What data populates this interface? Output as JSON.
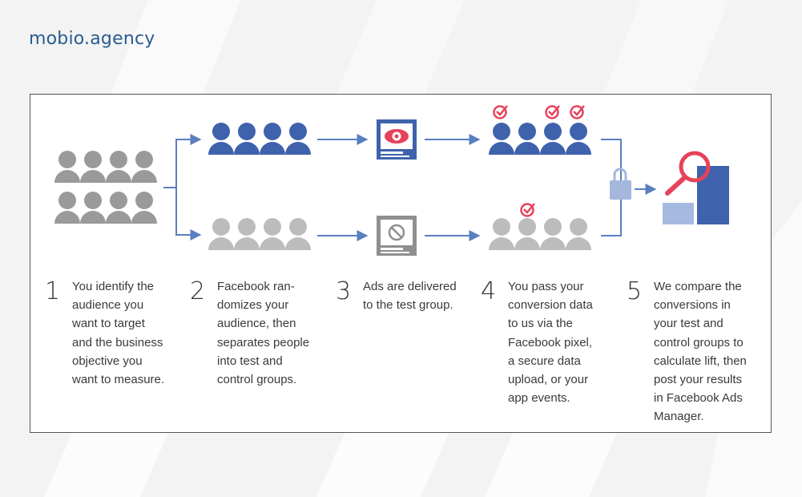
{
  "brand": {
    "name": "mobio.agency"
  },
  "colors": {
    "blue": "#3f62ad",
    "gray": "#9a9a9a",
    "light_gray": "#bcbcbc",
    "red": "#e6425a",
    "lock": "#a6b7dc",
    "arrow": "#5a7fc0",
    "light_blue": "#a6b9e0"
  },
  "diagram": {
    "icons": [
      "audience-group-icon",
      "test-group-icon",
      "control-group-icon",
      "ad-eye-icon",
      "ad-blocked-icon",
      "converted-test-icon",
      "converted-control-icon",
      "lock-icon",
      "lift-chart-icon"
    ],
    "test_group_conversions": 3,
    "control_group_conversions": 1
  },
  "steps": [
    {
      "num": "1",
      "text": "You identify the\naudience you\nwant to target\nand the business\nobjective you\nwant to measure."
    },
    {
      "num": "2",
      "text": "Facebook ran-\ndomizes your\naudience, then\nseparates people\ninto test and\ncontrol groups."
    },
    {
      "num": "3",
      "text": "Ads are delivered\nto the test group."
    },
    {
      "num": "4",
      "text": "You pass your\nconversion data\nto us via the\nFacebook pixel,\na secure data\nupload, or your\napp events."
    },
    {
      "num": "5",
      "text": "We compare the\nconversions in\nyour test and\ncontrol groups to\ncalculate lift, then\npost your results\nin Facebook Ads\nManager."
    }
  ]
}
